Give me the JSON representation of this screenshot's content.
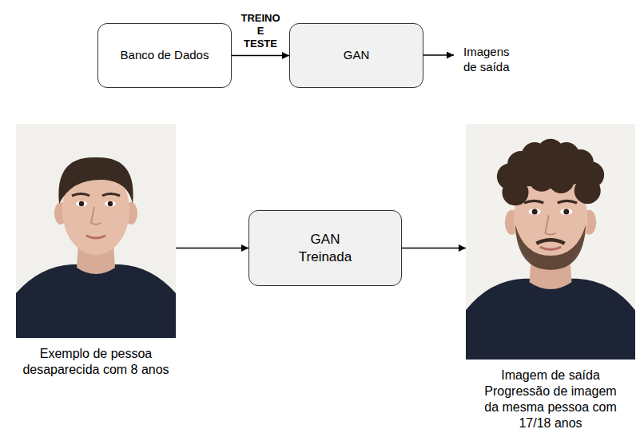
{
  "diagram": {
    "nodes": [
      {
        "text": [
          "Banco de Dados"
        ]
      },
      {
        "text": [
          "GAN"
        ]
      },
      {
        "text": [
          "Exemplo de pessoa desaparecida com 8 anos"
        ]
      },
      {
        "text": [
          "GAN Treinada"
        ]
      },
      {
        "text": [
          "Imagem de saída",
          "Progressão de imagem da mesma pessoa com 17/18 anos"
        ]
      }
    ],
    "edges": [
      {
        "from": 0,
        "to": 1,
        "label": "TREINO E TESTE",
        "arrow": "to"
      },
      {
        "from": 2,
        "to": 3,
        "arrow": "to"
      },
      {
        "from": 3,
        "to": 4,
        "arrow": "to"
      }
    ],
    "labels": [
      "Imagens de saída"
    ]
  }
}
